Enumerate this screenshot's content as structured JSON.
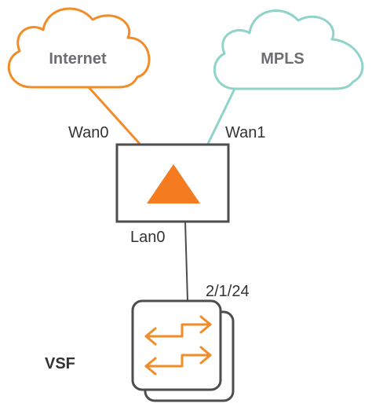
{
  "clouds": {
    "internet": {
      "label": "Internet",
      "color": "#F28C28"
    },
    "mpls": {
      "label": "MPLS",
      "color": "#8FD3C9"
    }
  },
  "ports": {
    "wan0": "Wan0",
    "wan1": "Wan1",
    "lan0": "Lan0",
    "uplink": "2/1/24"
  },
  "nodes": {
    "gateway": {
      "icon": "triangle-icon",
      "accent": "#F47B20"
    },
    "vsf": {
      "label": "VSF",
      "icon": "switch-arrows-icon",
      "accent": "#F28C28"
    }
  },
  "colors": {
    "line": "#4D4D4D",
    "cloud_text": "#6D6E71",
    "text": "#333333"
  }
}
